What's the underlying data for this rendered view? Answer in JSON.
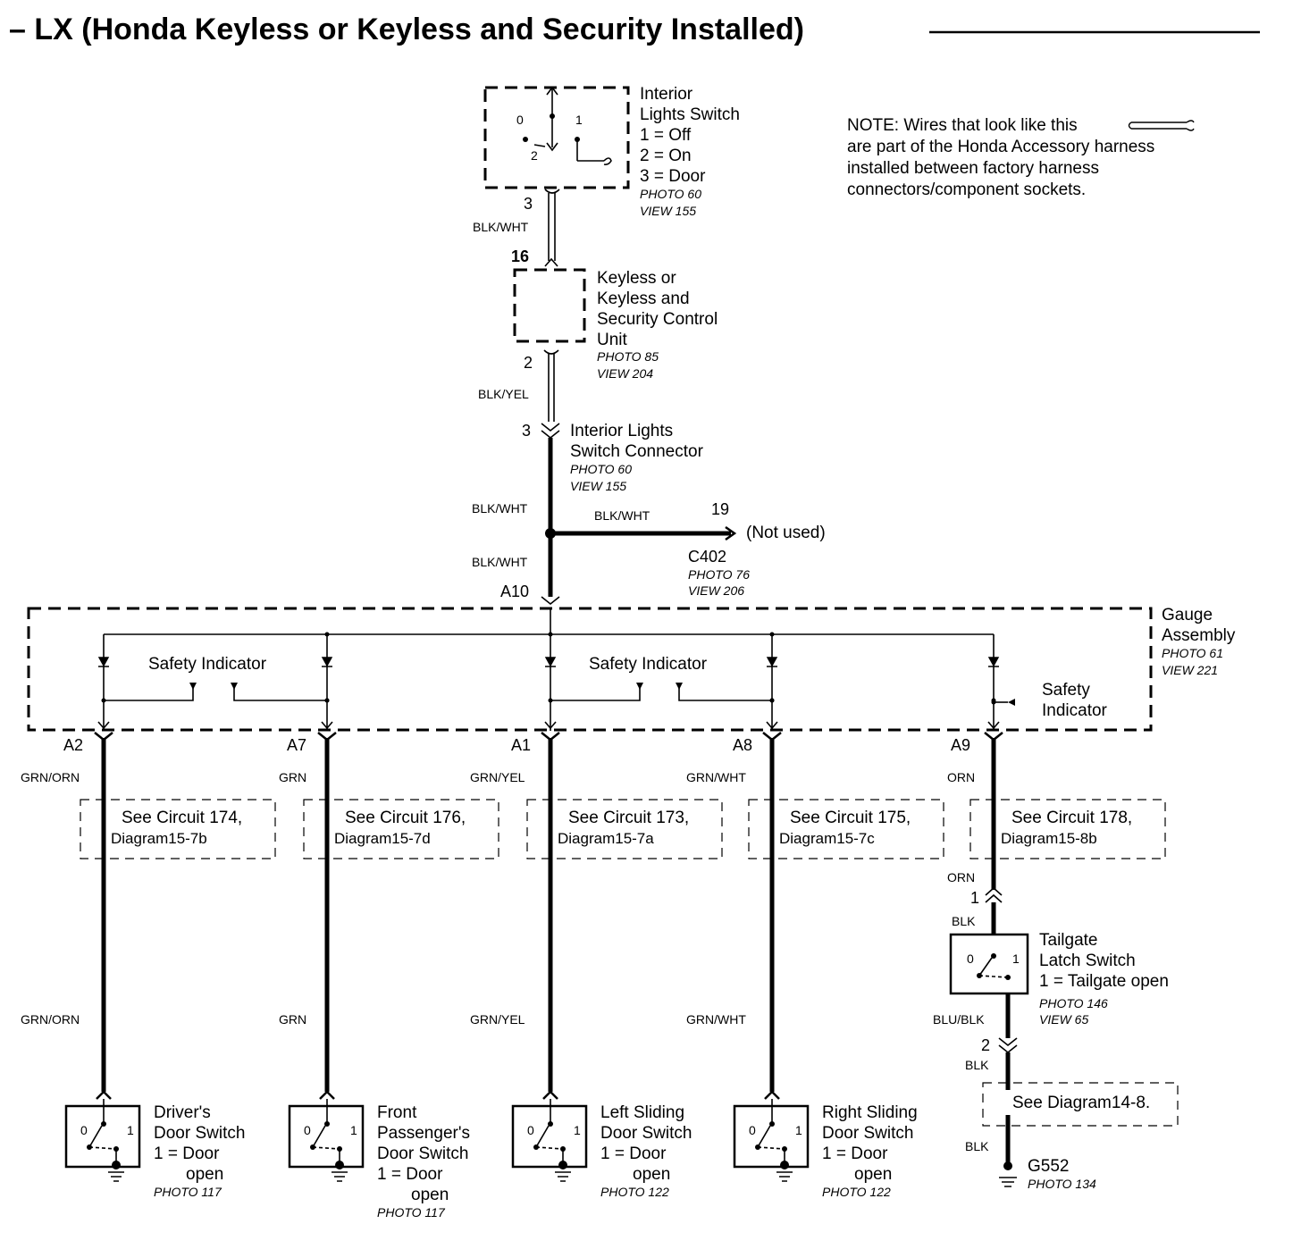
{
  "title": "– LX (Honda Keyless or Keyless and Security Installed)",
  "note": {
    "line1": "NOTE: Wires that look like this",
    "line2": "are part of the Honda Accessory harness",
    "line3": "installed between factory harness",
    "line4": "connectors/component sockets."
  },
  "interior_lights_switch": {
    "name1": "Interior",
    "name2": "Lights Switch",
    "pos1": "1 = Off",
    "pos2": "2 = On",
    "pos3": "3 = Door",
    "photo": "PHOTO 60",
    "view": "VIEW 155",
    "pos_label_0": "0",
    "pos_label_1": "1",
    "pos_label_2": "2",
    "pin_out": "3",
    "wire_out": "BLK/WHT"
  },
  "control_unit": {
    "pin_in": "16",
    "name1": "Keyless or",
    "name2": "Keyless and",
    "name3": "Security Control",
    "name4": "Unit",
    "photo": "PHOTO 85",
    "view": "VIEW 204",
    "pin_out": "2",
    "wire_out": "BLK/YEL"
  },
  "switch_connector": {
    "pin": "3",
    "name1": "Interior Lights",
    "name2": "Switch Connector",
    "photo": "PHOTO 60",
    "view": "VIEW 155",
    "wire_out": "BLK/WHT"
  },
  "c402": {
    "wire": "BLK/WHT",
    "pin": "19",
    "not_used": "(Not used)",
    "name": "C402",
    "photo": "PHOTO 76",
    "view": "VIEW 206",
    "wire_down": "BLK/WHT"
  },
  "gauge": {
    "pin_in": "A10",
    "name1": "Gauge",
    "name2": "Assembly",
    "photo": "PHOTO 61",
    "view": "VIEW 221",
    "safety_1": "Safety Indicator",
    "safety_2": "Safety Indicator",
    "safety_3a": "Safety",
    "safety_3b": "Indicator"
  },
  "branches": [
    {
      "pin": "A2",
      "wire": "GRN/ORN",
      "circuit1": "See Circuit 174,",
      "circuit2": "Diagram15-7b",
      "wire_low": "GRN/ORN",
      "sw1": "Driver's",
      "sw2": "Door Switch",
      "sw3": "1 = Door",
      "sw4": "open",
      "sw5": "",
      "photo": "PHOTO 117"
    },
    {
      "pin": "A7",
      "wire": "GRN",
      "circuit1": "See Circuit 176,",
      "circuit2": "Diagram15-7d",
      "wire_low": "GRN",
      "sw1": "Front",
      "sw2": "Passenger's",
      "sw3": "Door Switch",
      "sw4": "1 = Door",
      "sw5": "open",
      "photo": "PHOTO 117"
    },
    {
      "pin": "A1",
      "wire": "GRN/YEL",
      "circuit1": "See Circuit 173,",
      "circuit2": "Diagram15-7a",
      "wire_low": "GRN/YEL",
      "sw1": "Left Sliding",
      "sw2": "Door Switch",
      "sw3": "1 = Door",
      "sw4": "open",
      "sw5": "",
      "photo": "PHOTO 122"
    },
    {
      "pin": "A8",
      "wire": "GRN/WHT",
      "circuit1": "See Circuit 175,",
      "circuit2": "Diagram15-7c",
      "wire_low": "GRN/WHT",
      "sw1": "Right Sliding",
      "sw2": "Door Switch",
      "sw3": "1 = Door",
      "sw4": "open",
      "sw5": "",
      "photo": "PHOTO 122"
    },
    {
      "pin": "A9",
      "wire": "ORN",
      "circuit1": "See Circuit 178,",
      "circuit2": "Diagram15-8b"
    }
  ],
  "switch_pos": {
    "zero": "0",
    "one": "1"
  },
  "tailgate": {
    "wire_in": "ORN",
    "pin_in": "1",
    "wire_top": "BLK",
    "name1": "Tailgate",
    "name2": "Latch Switch",
    "name3": "1 = Tailgate open",
    "photo": "PHOTO 146",
    "view": "VIEW 65",
    "wire_out": "BLU/BLK",
    "pin_out": "2",
    "wire_blk1": "BLK",
    "diagram": "See Diagram14-8.",
    "wire_blk2": "BLK",
    "ground": "G552",
    "ground_photo": "PHOTO 134"
  }
}
